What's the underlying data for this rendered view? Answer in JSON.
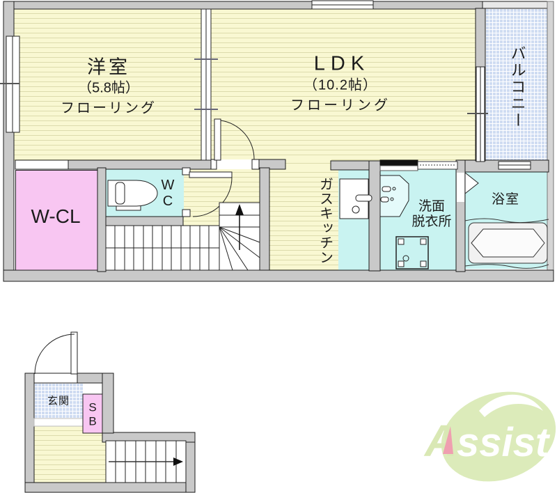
{
  "floor2": {
    "rooms": {
      "yoshitsu": {
        "name": "洋室",
        "size": "（5.8帖）",
        "floor": "フローリング"
      },
      "ldk": {
        "name": "LDK",
        "size": "（10.2帖）",
        "floor": "フローリング"
      },
      "balcony": {
        "name": "バルコニー"
      },
      "wcl": {
        "name": "W-CL"
      },
      "wc": {
        "name": "W\nC"
      },
      "kitchen": {
        "name": "ガスキッチン"
      },
      "senmen": {
        "name": "洗面\n脱衣所"
      },
      "bath": {
        "name": "浴室"
      }
    }
  },
  "floor1": {
    "rooms": {
      "genkan": {
        "name": "玄関"
      },
      "sb": {
        "name": "S\nB"
      }
    }
  },
  "logo": {
    "letter_a": "A",
    "rest": "ssist"
  },
  "colors": {
    "flooring": "#f9f8d2",
    "flooring_stripe": "#dcdbac",
    "water_cyan": "#c9f3f1",
    "closet_pink": "#f8c6f2",
    "tile_blue": "#cfdcf2",
    "wall_gray": "#c9c9c9",
    "logo_green": "#dcebba",
    "logo_pink": "#ef9fb0"
  }
}
